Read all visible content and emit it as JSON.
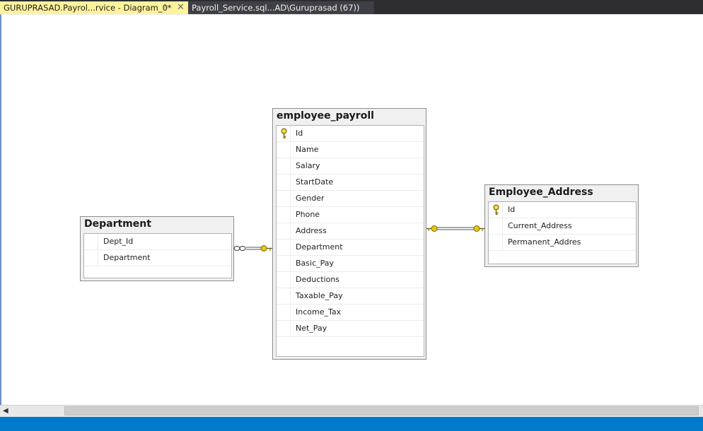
{
  "tabs": [
    {
      "label": "GURUPRASAD.Payrol...rvice - Diagram_0*",
      "active": true
    },
    {
      "label": "Payroll_Service.sql...AD\\Guruprasad (67))",
      "active": false
    }
  ],
  "icons": {
    "pin": "pin-icon",
    "close": "close-icon",
    "key": "primary-key-icon",
    "scroll_left": "scroll-left-arrow-icon"
  },
  "diagram": {
    "tables": [
      {
        "name": "employee_payroll",
        "columns": [
          {
            "name": "Id",
            "primary_key": true
          },
          {
            "name": "Name"
          },
          {
            "name": "Salary"
          },
          {
            "name": "StartDate"
          },
          {
            "name": "Gender"
          },
          {
            "name": "Phone"
          },
          {
            "name": "Address"
          },
          {
            "name": "Department"
          },
          {
            "name": "Basic_Pay"
          },
          {
            "name": "Deductions"
          },
          {
            "name": "Taxable_Pay"
          },
          {
            "name": "Income_Tax"
          },
          {
            "name": "Net_Pay"
          }
        ]
      },
      {
        "name": "Department",
        "columns": [
          {
            "name": "Dept_Id"
          },
          {
            "name": "Department"
          }
        ]
      },
      {
        "name": "Employee_Address",
        "columns": [
          {
            "name": "Id",
            "primary_key": true
          },
          {
            "name": "Current_Address"
          },
          {
            "name": "Permanent_Addres"
          }
        ]
      }
    ],
    "relationships": [
      {
        "from": "Department",
        "to": "employee_payroll",
        "from_end": "many",
        "to_end": "one"
      },
      {
        "from": "employee_payroll",
        "to": "Employee_Address",
        "from_end": "one",
        "to_end": "one"
      }
    ]
  },
  "colors": {
    "tab_active": "#fff29d",
    "tab_inactive": "#3f3f46",
    "tabstrip": "#2d2d30",
    "status_bar": "#007acc",
    "key_gold": "#e7c619"
  }
}
